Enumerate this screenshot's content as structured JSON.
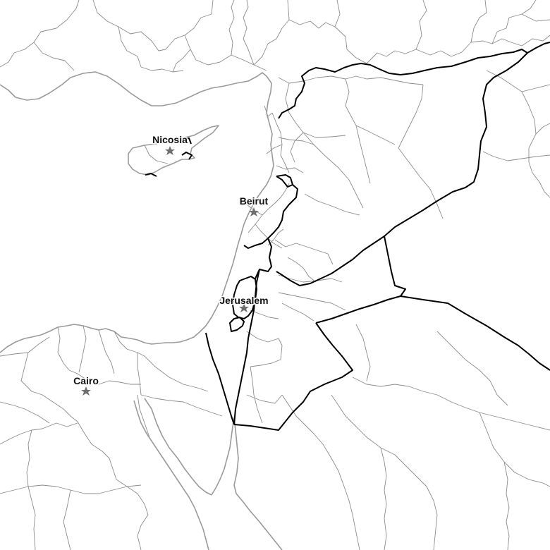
{
  "map": {
    "style": "grayscale administrative boundary map",
    "background_color": "#ffffff",
    "boundary_colors": {
      "international": "#000000",
      "admin": "#8c8c8c",
      "coast": "#9a9a9a",
      "capital_marker": "#6f6f6f"
    },
    "cities": [
      {
        "id": "nicosia",
        "label": "Nicosia",
        "marker": "star-icon"
      },
      {
        "id": "beirut",
        "label": "Beirut",
        "marker": "star-icon"
      },
      {
        "id": "jerusalem",
        "label": "Jerusalem",
        "marker": "star-icon"
      },
      {
        "id": "cairo",
        "label": "Cairo",
        "marker": "star-icon"
      }
    ]
  }
}
